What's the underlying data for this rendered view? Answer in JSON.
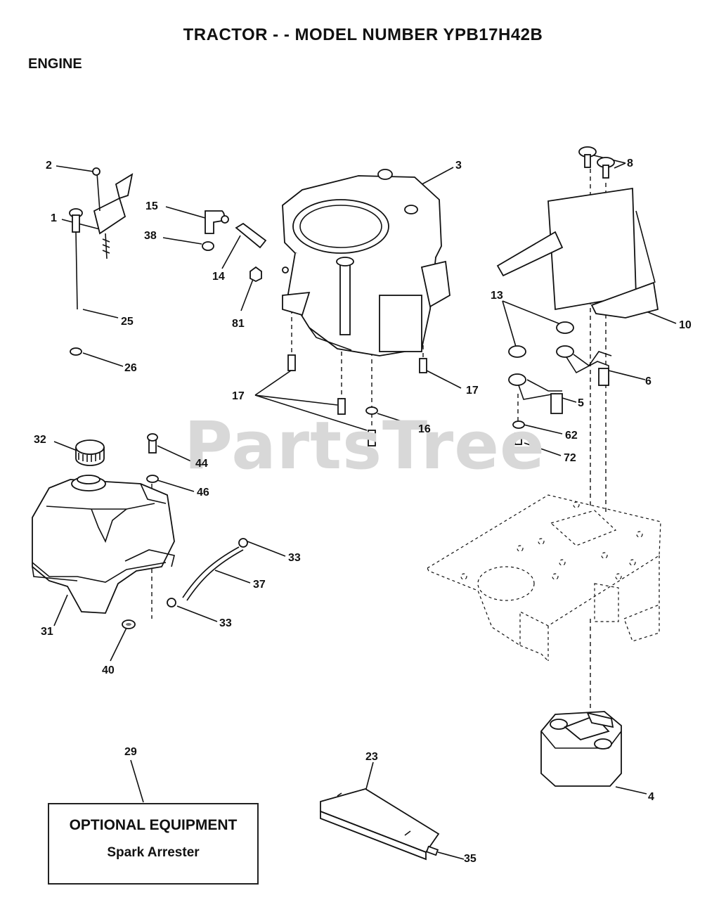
{
  "header": {
    "title": "TRACTOR - - MODEL NUMBER YPB17H42B",
    "section": "ENGINE"
  },
  "watermark": "PartsTree",
  "optional_box": {
    "line1": "OPTIONAL EQUIPMENT",
    "line2": "Spark Arrester"
  },
  "callouts": {
    "c1": "1",
    "c2": "2",
    "c3": "3",
    "c4": "4",
    "c5": "5",
    "c6": "6",
    "c8": "8",
    "c10": "10",
    "c13": "13",
    "c14": "14",
    "c15": "15",
    "c16": "16",
    "c17a": "17",
    "c17b": "17",
    "c23": "23",
    "c25": "25",
    "c26": "26",
    "c29": "29",
    "c31": "31",
    "c32": "32",
    "c33a": "33",
    "c33b": "33",
    "c35": "35",
    "c37": "37",
    "c38": "38",
    "c40": "40",
    "c44": "44",
    "c46": "46",
    "c62": "62",
    "c72": "72",
    "c81": "81"
  }
}
